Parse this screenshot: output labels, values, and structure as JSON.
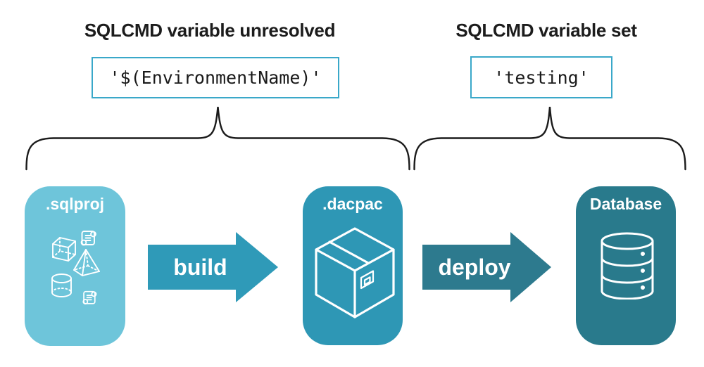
{
  "annotations": {
    "unresolved": {
      "heading": "SQLCMD variable unresolved",
      "code": "'$(EnvironmentName)'"
    },
    "set": {
      "heading": "SQLCMD variable set",
      "code": "'testing'"
    }
  },
  "pipeline": {
    "nodes": [
      {
        "id": "sqlproj",
        "label": ".sqlproj",
        "icon": "sql-objects-icon",
        "color": "#6ec5da"
      },
      {
        "id": "dacpac",
        "label": ".dacpac",
        "icon": "package-box-icon",
        "color": "#2e97b5"
      },
      {
        "id": "database",
        "label": "Database",
        "icon": "database-cylinder-icon",
        "color": "#297a8c"
      }
    ],
    "arrows": [
      {
        "id": "build",
        "label": "build",
        "color": "#2f9ab8"
      },
      {
        "id": "deploy",
        "label": "deploy",
        "color": "#2d7a8e"
      }
    ]
  },
  "colors": {
    "background": "#ffffff",
    "heading_text": "#1c1c1c",
    "code_text": "#1a1a1a",
    "code_box_border": "#3aa8c9",
    "brace_stroke": "#1b1b1b",
    "icon_stroke": "#ffffff",
    "label_text": "#ffffff"
  }
}
